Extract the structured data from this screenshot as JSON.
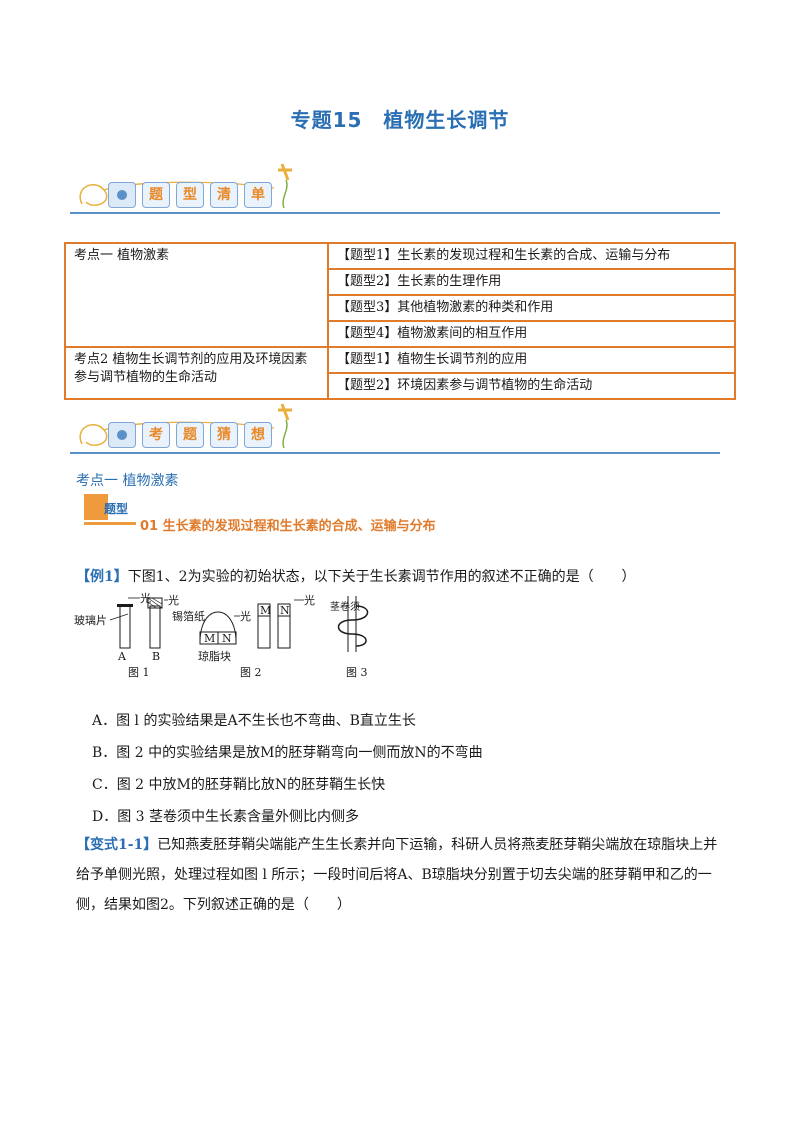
{
  "title": "专题15　植物生长调节",
  "banner1": {
    "chars": [
      "题",
      "型",
      "清",
      "单"
    ]
  },
  "banner2": {
    "chars": [
      "考",
      "题",
      "猜",
      "想"
    ]
  },
  "toc": {
    "rows": [
      {
        "left": "考点一  植物激素",
        "right": "【题型1】生长素的发现过程和生长素的合成、运输与分布"
      },
      {
        "left": "",
        "right": "【题型2】生长素的生理作用"
      },
      {
        "left": "",
        "right": "【题型3】其他植物激素的种类和作用"
      },
      {
        "left": "",
        "right": "【题型4】植物激素间的相互作用"
      },
      {
        "left": "考点2  植物生长调节剂的应用及环境因素参与调节植物的生命活动",
        "right": "【题型1】植物生长调节剂的应用"
      },
      {
        "left": "",
        "right": "【题型2】环境因素参与调节植物的生命活动"
      }
    ]
  },
  "section_head": "考点一  植物激素",
  "type_label": "题型",
  "type_title": "01  生长素的发现过程和生长素的合成、运输与分布",
  "example1": {
    "tag": "【例1】",
    "text": "下图1、2为实验的初始状态，以下关于生长素调节作用的叙述不正确的是（　　）"
  },
  "figure": {
    "fig1": {
      "label": "图 1",
      "glass": "玻璃片",
      "light": "光",
      "foil": "锡箔纸",
      "a": "A",
      "b": "B"
    },
    "fig2": {
      "label": "图 2",
      "light1": "光",
      "light2": "光",
      "m": "M",
      "n": "N",
      "block": "琼脂块"
    },
    "fig3": {
      "label": "图 3",
      "tendril": "茎卷须"
    }
  },
  "options": [
    "A．图 l 的实验结果是A不生长也不弯曲、B直立生长",
    "B．图 2 中的实验结果是放M的胚芽鞘弯向一侧而放N的不弯曲",
    "C．图 2 中放M的胚芽鞘比放N的胚芽鞘生长快",
    "D．图 3 茎卷须中生长素含量外侧比内侧多"
  ],
  "variant": {
    "tag": "【变式1-1】",
    "line1": "已知燕麦胚芽鞘尖端能产生生长素并向下运输，科研人员将燕麦胚芽鞘尖端放在琼脂块上并",
    "line2": "给予单侧光照，处理过程如图 l 所示；一段时间后将A、B琼脂块分别置于切去尖端的胚芽鞘甲和乙的一",
    "line3": "侧，结果如图2。下列叙述正确的是（　　）"
  },
  "colors": {
    "blue": "#2a6fb3",
    "orange": "#e07b2c"
  }
}
